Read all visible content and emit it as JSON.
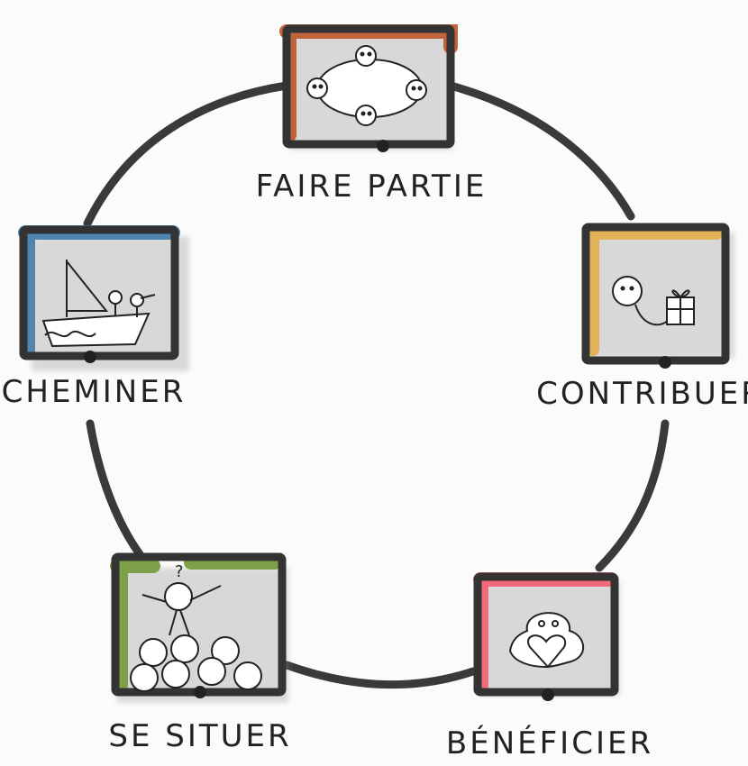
{
  "diagram": {
    "stages": [
      {
        "id": "faire-partie",
        "label": "FAIRE PARTIE",
        "accent": "#c0633a",
        "icon": "circle-of-people-icon"
      },
      {
        "id": "contribuer",
        "label": "CONTRIBUER",
        "accent": "#e2b25a",
        "icon": "person-giving-gift-icon"
      },
      {
        "id": "beneficier",
        "label": "BÉNÉFICIER",
        "accent": "#f06a7a",
        "icon": "person-holding-heart-icon"
      },
      {
        "id": "se-situer",
        "label": "SE SITUER",
        "accent": "#7fa04a",
        "icon": "person-above-crowd-icon"
      },
      {
        "id": "cheminer",
        "label": "CHEMINER",
        "accent": "#4f86b0",
        "icon": "people-on-sailboat-icon"
      }
    ],
    "cycle_color": "#3a3a3a"
  }
}
